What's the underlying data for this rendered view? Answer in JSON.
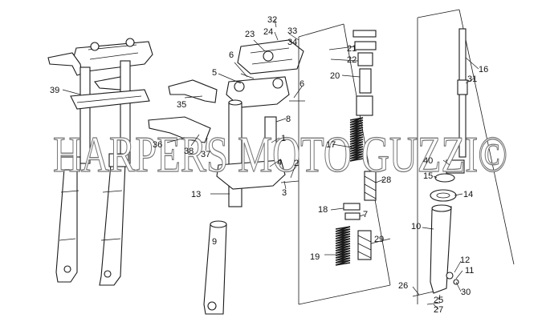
{
  "watermark": "HARPERS MOTO GUZZI©",
  "callouts": {
    "c1": "1",
    "c2": "2",
    "c3": "3",
    "c4": "4",
    "c5": "5",
    "c6a": "6",
    "c6b": "6",
    "c7": "7",
    "c8": "8",
    "c9": "9",
    "c10": "10",
    "c11": "11",
    "c12": "12",
    "c13": "13",
    "c14": "14",
    "c15": "15",
    "c16": "16",
    "c17": "17",
    "c18": "18",
    "c19": "19",
    "c20": "20",
    "c21": "21",
    "c22": "22",
    "c23": "23",
    "c24": "24",
    "c25": "25",
    "c26": "26",
    "c27": "27",
    "c28": "28",
    "c29": "29",
    "c30": "30",
    "c31": "31",
    "c32": "32",
    "c33": "33",
    "c34": "34",
    "c35": "35",
    "c36": "36",
    "c37": "37",
    "c38": "38",
    "c39": "39",
    "c40": "40"
  }
}
